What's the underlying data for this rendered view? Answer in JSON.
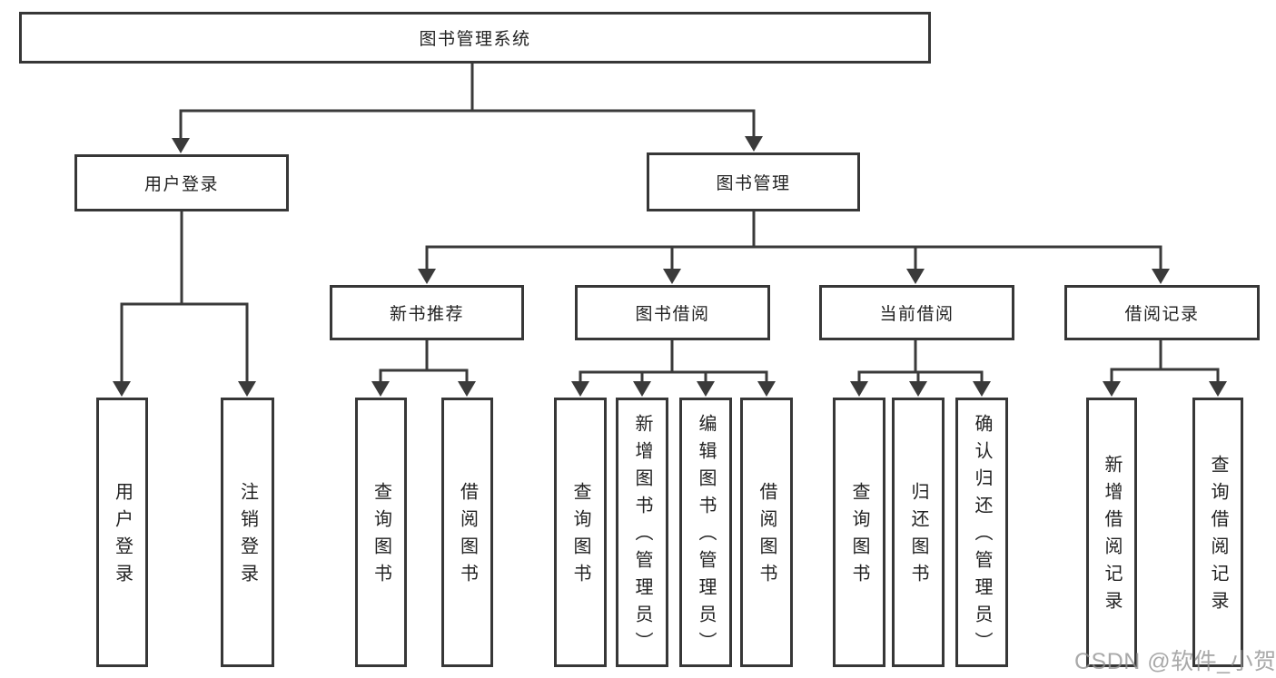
{
  "diagram": {
    "type": "tree",
    "root": {
      "label": "图书管理系统",
      "children": [
        {
          "label": "用户登录",
          "children": [
            {
              "label": "用户登录"
            },
            {
              "label": "注销登录"
            }
          ]
        },
        {
          "label": "图书管理",
          "children": [
            {
              "label": "新书推荐",
              "children": [
                {
                  "label": "查询图书"
                },
                {
                  "label": "借阅图书"
                }
              ]
            },
            {
              "label": "图书借阅",
              "children": [
                {
                  "label": "查询图书"
                },
                {
                  "label": "新增图书（管理员）"
                },
                {
                  "label": "编辑图书（管理员）"
                },
                {
                  "label": "借阅图书"
                }
              ]
            },
            {
              "label": "当前借阅",
              "children": [
                {
                  "label": "查询图书"
                },
                {
                  "label": "归还图书"
                },
                {
                  "label": "确认归还（管理员）"
                }
              ]
            },
            {
              "label": "借阅记录",
              "children": [
                {
                  "label": "新增借阅记录"
                },
                {
                  "label": "查询借阅记录"
                }
              ]
            }
          ]
        }
      ]
    }
  },
  "watermark": {
    "text": "CSDN @软件_小贺同学"
  },
  "colors": {
    "line": "#3a3a3a",
    "border": "#373737",
    "text": "#222222",
    "background": "#ffffff",
    "watermark": "#919191"
  }
}
